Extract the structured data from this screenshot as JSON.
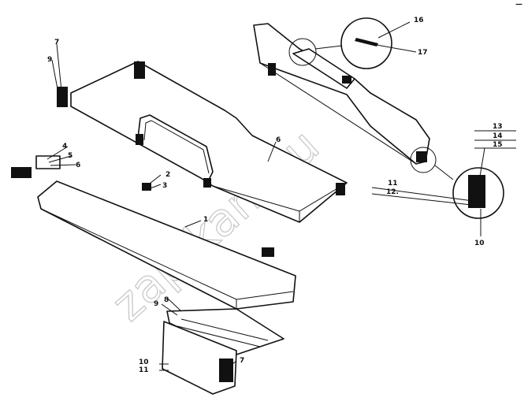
{
  "watermark": "zap-kam.ru",
  "callouts": {
    "c1": "1",
    "c2": "2",
    "c3": "3",
    "c4": "4",
    "c5": "5",
    "c6a": "6",
    "c6b": "6",
    "c7a": "7",
    "c7b": "7",
    "c8": "8",
    "c9a": "9",
    "c9b": "9",
    "c10a": "10",
    "c10b": "10",
    "c11a": "11",
    "c11b": "11",
    "c12": "12.",
    "c13": "13",
    "c14": "14",
    "c15": "15",
    "c16": "16",
    "c17": "17"
  },
  "icons": {
    "top_right_mark": "—"
  }
}
